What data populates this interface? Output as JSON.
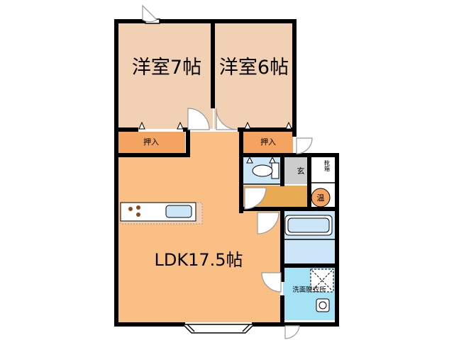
{
  "rooms": {
    "western_room_1": "洋室7帖",
    "western_room_2": "洋室6帖",
    "closet_1": "押入",
    "closet_2": "押入",
    "ldk": "LDK17.5帖",
    "entrance": "玄",
    "shoe_box": "靴箱",
    "water_heater": "温",
    "washroom": "洗面脱衣所"
  },
  "colors": {
    "western_room": "#f2d0b4",
    "closet": "#f4a460",
    "ldk": "#f9bf84",
    "bathroom": "#cce6f7",
    "washroom": "#a6e2f5",
    "entrance": "#cccccc",
    "hallway": "#e8aa52",
    "wall": "#000000",
    "door": "#999999"
  }
}
